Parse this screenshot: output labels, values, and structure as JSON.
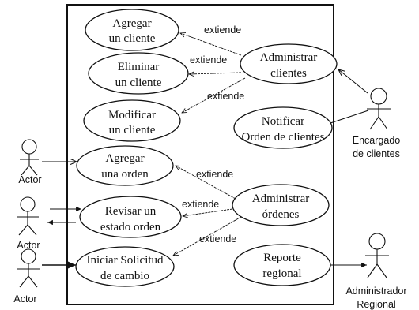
{
  "use_cases": {
    "agregar_cliente": [
      "Agregar",
      "un cliente"
    ],
    "eliminar_cliente": [
      "Eliminar",
      "un cliente"
    ],
    "modificar_cliente": [
      "Modificar",
      "un cliente"
    ],
    "agregar_orden": [
      "Agregar",
      "una orden"
    ],
    "revisar_estado": [
      "Revisar un",
      "estado orden"
    ],
    "iniciar_solicitud": [
      "Iniciar Solicitud",
      "de cambio"
    ],
    "administrar_clientes": [
      "Administrar",
      "clientes"
    ],
    "notificar_orden": [
      "Notificar",
      "Orden de clientes"
    ],
    "administrar_ordenes": [
      "Administrar",
      "órdenes"
    ],
    "reporte_regional": [
      "Reporte",
      "regional"
    ]
  },
  "actors": {
    "actor1": [
      "Actor"
    ],
    "actor2": [
      "Actor"
    ],
    "actor3": [
      "Actor"
    ],
    "encargado": [
      "Encargado",
      "de clientes"
    ],
    "administrador": [
      "Administrador",
      "Regional"
    ]
  },
  "relations": {
    "extend_label": "extiende"
  }
}
